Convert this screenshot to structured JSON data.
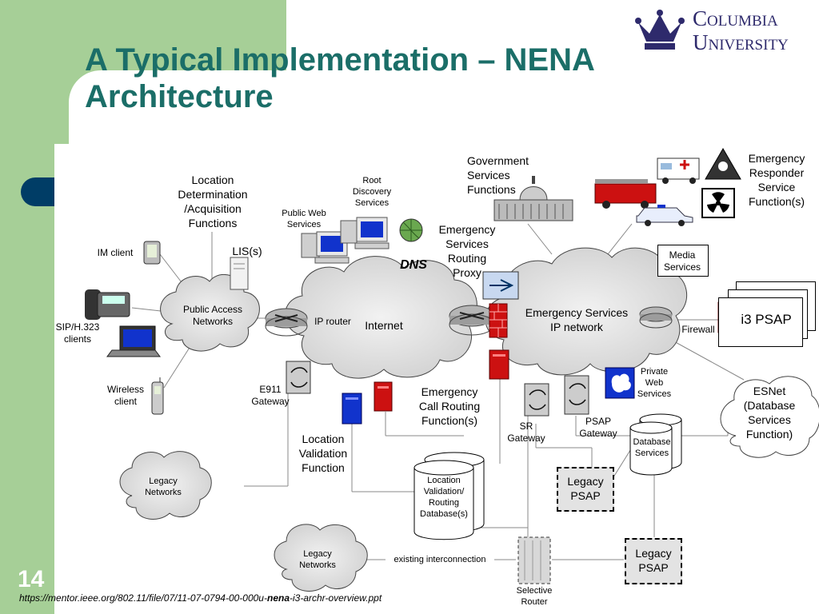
{
  "slide": {
    "title_line1": "A Typical Implementation – NENA",
    "title_line2": "Architecture",
    "page_number": "14",
    "source_url_prefix": "https://mentor.ieee.org/802.11/file/07/11-07-0794-00-000u-",
    "source_url_bold": "nena",
    "source_url_suffix": "-i3-archr-overview.ppt",
    "logo_line1": "Columbia",
    "logo_line2": "University"
  },
  "colors": {
    "green_panel": "#a6cf97",
    "title": "#1b6e68",
    "tab": "#003d66",
    "cloud": "#d9d9d9",
    "server_red": "#cc1111",
    "server_blue": "#1133cc"
  },
  "diagram": {
    "location_functions": "Location\nDetermination\n/Acquisition\nFunctions",
    "root_discovery": "Root\nDiscovery\nServices",
    "public_web": "Public Web\nServices",
    "government": "Government\nServices\nFunctions",
    "emergency_responder": "Emergency\nResponder\nService\nFunction(s)",
    "im_client": "IM client",
    "lis": "LIS(s)",
    "dns": "DNS",
    "esrp": "Emergency\nServices\nRouting\nProxy",
    "media_services": "Media\nServices",
    "public_access": "Public Access\nNetworks",
    "ip_router": "IP router",
    "internet": "Internet",
    "es_ip_network": "Emergency Services\nIP network",
    "i3_psap": "i3 PSAP",
    "firewall": "Firewall",
    "sip_clients": "SIP/H.323\nclients",
    "private_web": "Private\nWeb\nServices",
    "esnet": "ESNet\n(Database\nServices\nFunction)",
    "e911_gateway": "E911\nGateway",
    "wireless_client": "Wireless\nclient",
    "ecrf": "Emergency\nCall Routing\nFunction(s)",
    "sr_gateway": "SR\nGateway",
    "psap_gateway": "PSAP\nGateway",
    "database_services": "Database\nServices",
    "location_validation": "Location\nValidation\nFunction",
    "lv_database": "Location\nValidation/\nRouting\nDatabase(s)",
    "legacy_networks_1": "Legacy\nNetworks",
    "legacy_psap_1": "Legacy\nPSAP",
    "legacy_networks_2": "Legacy\nNetworks",
    "existing_interconnection": "existing interconnection",
    "legacy_psap_2": "Legacy\nPSAP",
    "selective_router": "Selective\nRouter"
  }
}
